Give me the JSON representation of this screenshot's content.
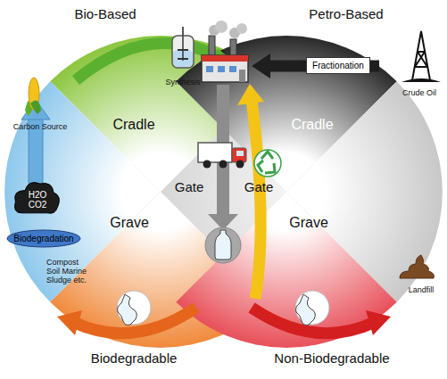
{
  "diagram": {
    "nodes": [
      {
        "text": [
          "Fractionation"
        ]
      },
      {
        "text": [
          "H2O CO2"
        ]
      },
      {
        "text": [
          "Biodegradation"
        ]
      }
    ],
    "labels": [
      "Bio-Based",
      "Petro-Based",
      "Synthesis",
      "Carbon Source",
      "Crude Oil",
      "Cradle",
      "Cradle",
      "Gate",
      "Gate",
      "Grave",
      "Grave",
      "Compost Soil Marine Sludge etc.",
      "Landfill",
      "Biodegradable",
      "Non-Biodegradable"
    ]
  }
}
